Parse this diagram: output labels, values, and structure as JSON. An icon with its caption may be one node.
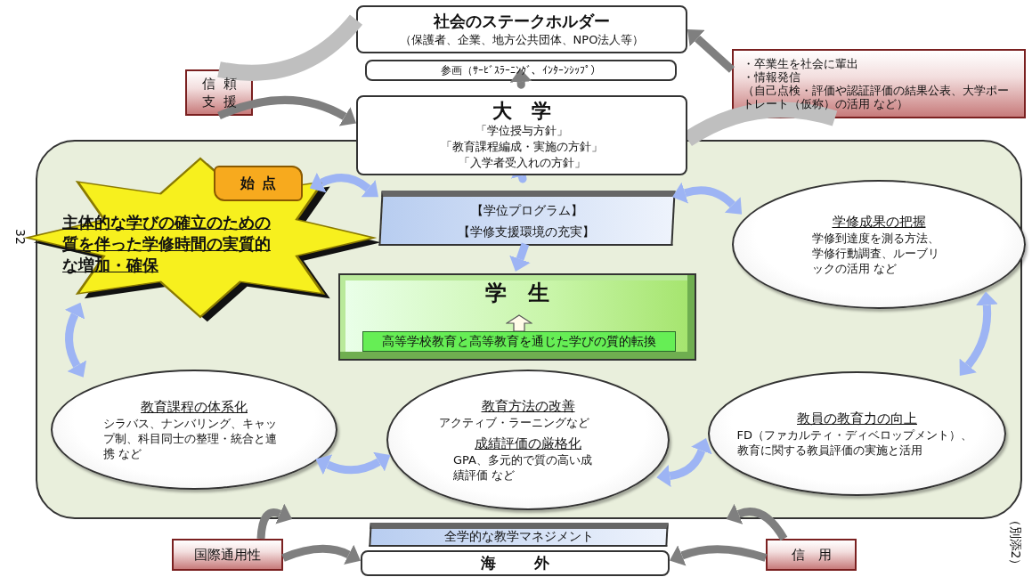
{
  "diagram": {
    "nodes": [
      {
        "text": [
          "社会のステークホルダー",
          "（保護者、企業、地方公共団体、NPO法人等）"
        ]
      },
      {
        "text": [
          "参画（ｻｰﾋﾞｽﾗｰﾆﾝｸﾞ、ｲﾝﾀｰﾝｼｯﾌﾟ）"
        ]
      },
      {
        "text": [
          "大学",
          "「学位授与方針」",
          "「教育課程編成・実施の方針」",
          "「入学者受入れの方針」"
        ]
      },
      {
        "text": [
          "信頼支援"
        ]
      },
      {
        "text": [
          "・卒業生を社会に輩出",
          "・情報発信",
          "（自己点検・評価や認証評価の結果公表、大学ポートレート（仮称）の活用 など）"
        ]
      },
      {
        "text": [],
        "shape": "box"
      },
      {
        "text": [
          "主体的な学びの確立のための質を伴った学修時間の実質的な増加・確保"
        ],
        "in": 5
      },
      {
        "text": [
          "始点"
        ],
        "in": 5
      },
      {
        "text": [
          "【学位プログラム】",
          "【学修支援環境の充実】"
        ],
        "in": 5
      },
      {
        "text": [
          "学生"
        ],
        "in": 5
      },
      {
        "text": [
          "高等学校教育と高等教育を通じた学びの質的転換"
        ],
        "in": 9
      },
      {
        "text": [
          "学修成果の把握",
          "学修到達度を測る方法、学修行動調査、ルーブリックの活用 など"
        ],
        "in": 5
      },
      {
        "text": [
          "教育課程の体系化",
          "シラバス、ナンバリング、キャップ制、科目同士の整理・統合と連携 など"
        ],
        "in": 5
      },
      {
        "text": [
          "教育方法の改善",
          "アクティブ・ラーニングなど",
          "成績評価の厳格化",
          "GPA、多元的で質の高い成績評価 など"
        ],
        "in": 5
      },
      {
        "text": [
          "教員の教育力の向上",
          "FD（ファカルティ・ディベロップメント）、教育に関する教員評価の実施と活用"
        ],
        "in": 5
      },
      {
        "text": [
          "全学的な教学マネジメント"
        ]
      },
      {
        "text": [
          "国際通用性"
        ]
      },
      {
        "text": [
          "海外"
        ]
      },
      {
        "text": [
          "信用"
        ]
      }
    ],
    "edges": [
      {
        "from": 0,
        "to": 3,
        "arrow": "none",
        "style": "thick",
        "color": "#bfbfbf"
      },
      {
        "from": 3,
        "to": 2,
        "arrow": "to",
        "color": "#7f7f7f"
      },
      {
        "from": 2,
        "to": 4,
        "arrow": "none",
        "style": "thick",
        "color": "#bfbfbf"
      },
      {
        "from": 4,
        "to": 0,
        "arrow": "to",
        "color": "#7f7f7f"
      },
      {
        "from": 1,
        "to": 2,
        "arrow": "to",
        "color": "#7f7f7f"
      },
      {
        "from": 2,
        "to": 8,
        "arrow": "to"
      },
      {
        "from": 8,
        "to": 9,
        "arrow": "to"
      },
      {
        "from": 6,
        "to": 8,
        "arrow": "both"
      },
      {
        "from": 8,
        "to": 11,
        "arrow": "both"
      },
      {
        "from": 11,
        "to": 14,
        "arrow": "both"
      },
      {
        "from": 13,
        "to": 14,
        "arrow": "both"
      },
      {
        "from": 12,
        "to": 13,
        "arrow": "both"
      },
      {
        "from": 6,
        "to": 12,
        "arrow": "both"
      },
      {
        "from": 16,
        "to": 5,
        "arrow": "to",
        "color": "#7f7f7f"
      },
      {
        "from": 16,
        "to": 17,
        "arrow": "to",
        "color": "#7f7f7f"
      },
      {
        "from": 18,
        "to": 5,
        "arrow": "to",
        "color": "#7f7f7f"
      },
      {
        "from": 18,
        "to": 17,
        "arrow": "to",
        "color": "#7f7f7f"
      }
    ],
    "labels": [
      "32",
      "（別添2）"
    ]
  }
}
